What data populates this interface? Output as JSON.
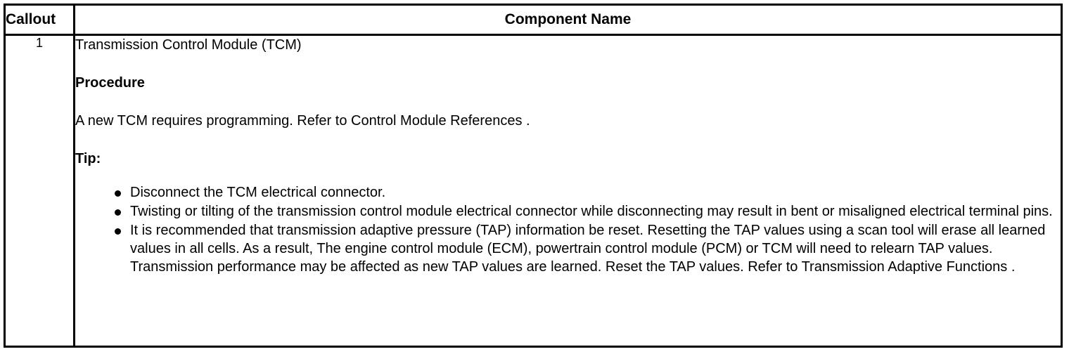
{
  "table": {
    "headers": {
      "callout": "Callout",
      "component_name": "Component Name"
    },
    "rows": [
      {
        "callout": "1",
        "component": {
          "title": "Transmission Control Module (TCM)",
          "procedure_heading": "Procedure",
          "procedure_text": "A new TCM requires programming. Refer to Control Module References .",
          "tip_heading": "Tip:",
          "tip_items": [
            "Disconnect the TCM electrical connector.",
            "Twisting or tilting of the transmission control module electrical connector while disconnecting may result in bent or misaligned electrical terminal pins.",
            "It is recommended that transmission adaptive pressure (TAP) information be reset. Resetting the TAP values using a scan tool will erase all learned values in all cells. As a result, The engine control module (ECM), powertrain control module (PCM) or TCM will need to relearn TAP values. Transmission performance may be affected as new TAP values are learned. Reset the TAP values. Refer to Transmission Adaptive Functions ."
          ]
        }
      }
    ]
  },
  "colors": {
    "border": "#000000",
    "text": "#000000",
    "background": "#ffffff"
  }
}
